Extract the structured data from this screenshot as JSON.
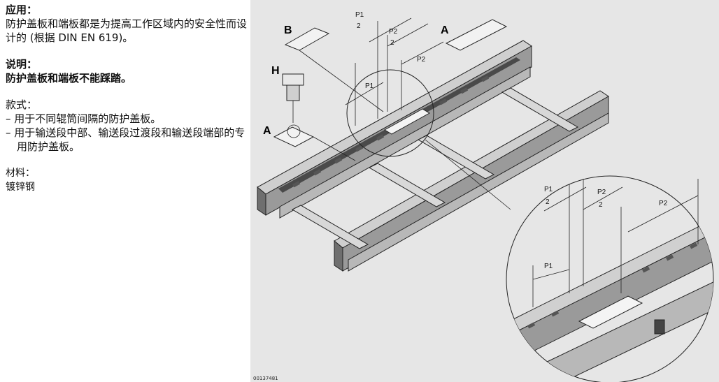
{
  "application": {
    "heading": "应用：",
    "text": "防护盖板和端板都是为提高工作区域内的安全性而设计的 (根据 DIN EN 619)。"
  },
  "note": {
    "heading": "说明：",
    "text": "防护盖板和端板不能踩踏。"
  },
  "models": {
    "heading": "款式：",
    "items": [
      "– 用于不同辊筒间隔的防护盖板。",
      "– 用于输送段中部、输送段过渡段和输送段端部的专用防护盖板。"
    ]
  },
  "material": {
    "heading": "材料：",
    "value": "镀锌钢"
  },
  "figure": {
    "labels": {
      "b": "B",
      "a_top": "A",
      "h": "H",
      "a_left": "A",
      "p1": "P1",
      "p2": "P2",
      "half": "2"
    },
    "id": "00137481"
  }
}
